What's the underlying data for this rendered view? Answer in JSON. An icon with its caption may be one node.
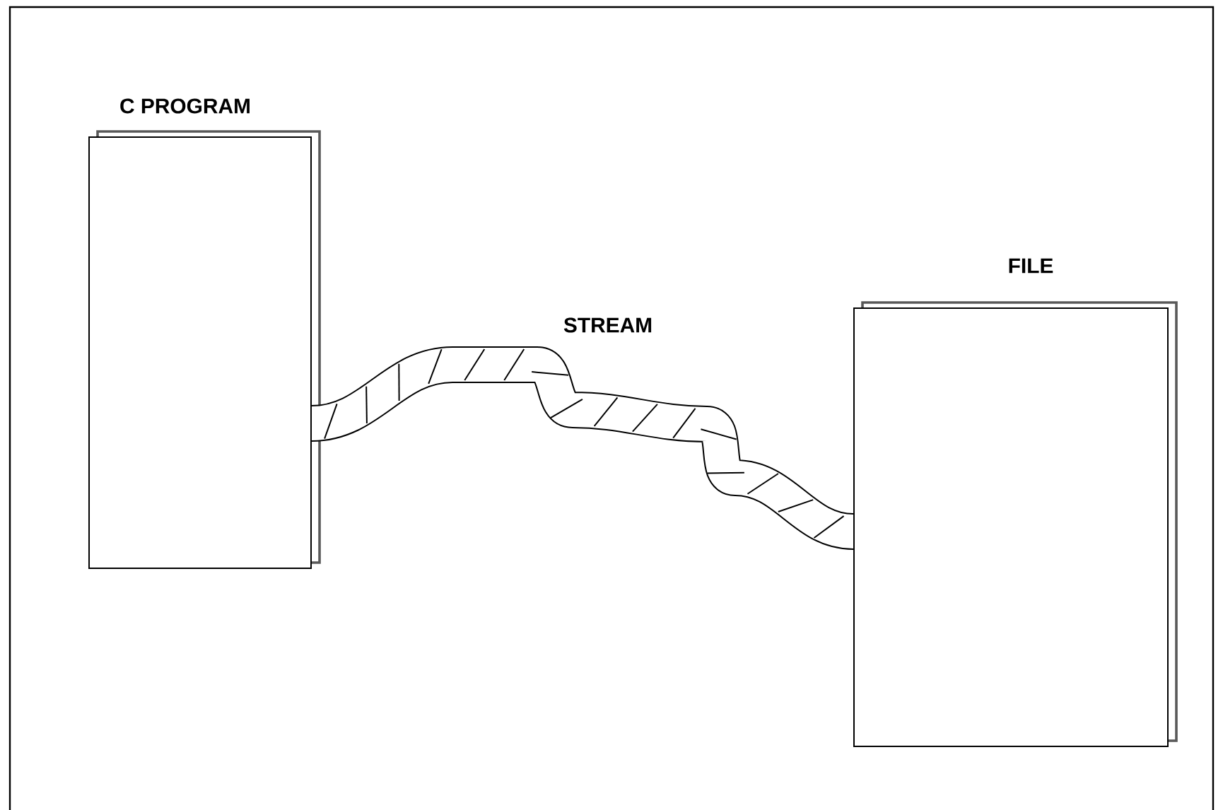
{
  "diagram": {
    "nodes": [
      {
        "text": [
          "C PROGRAM"
        ]
      },
      {
        "text": [
          "FILE"
        ]
      }
    ],
    "edges": [
      {
        "from": 0,
        "to": 1,
        "arrow": "none",
        "label": "STREAM"
      }
    ]
  }
}
